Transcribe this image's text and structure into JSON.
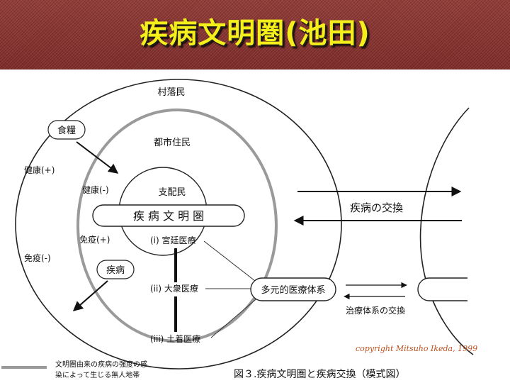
{
  "title": "疾病文明圏(池田)",
  "labels": {
    "village": "村落民",
    "city": "都市住民",
    "ruling": "支配民",
    "civilization_bar": "疾 病 文 明 圏",
    "food": "食糧",
    "disease": "疾病",
    "health_plus": "健康(+)",
    "health_minus": "健康(-)",
    "immunity_plus": "免疫(+)",
    "immunity_minus": "免疫(-)",
    "court_medicine": "(i) 宮廷医療",
    "popular_medicine": "(ii) 大衆医療",
    "folk_medicine": "(iii) 土着医療",
    "pluralistic_medicine": "多元的医療体系",
    "disease_exchange": "疾病の交換",
    "medical_exchange": "治療体系の交換"
  },
  "legend": {
    "line1": "文明圏由来の疾病の強度の感",
    "line2": "染によって生じる無人地帯"
  },
  "caption": "図３.疾病文明圏と疾病交換（模式図）",
  "copyright": "copyright Mitsuho Ikeda, 1999",
  "colors": {
    "header": "#7a2a27",
    "title": "#f4ee1a",
    "copyright": "#c0501d",
    "gray_ring": "#9a9a9a"
  }
}
